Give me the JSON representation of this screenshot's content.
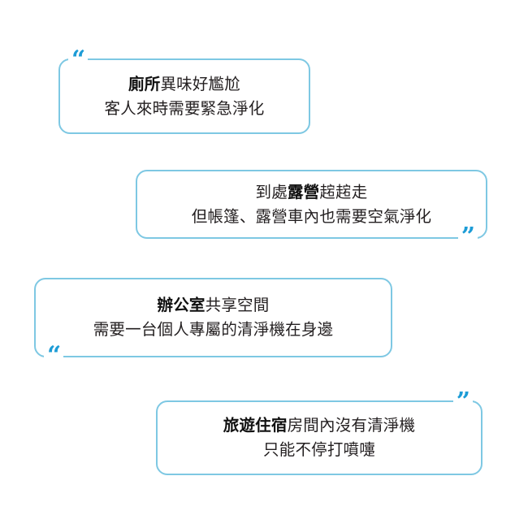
{
  "page": {
    "background_color": "#ffffff",
    "box_border_color": "#7ec8e3",
    "quote_mark_color": "#1d9cd6",
    "text_color": "#231f20"
  },
  "quotes": [
    {
      "id": "toilet-odor",
      "quote_mark_position": "top-left",
      "quote_glyph": "“",
      "line1_bold": "廁所",
      "line1_rest": "異味好尷尬",
      "line2": "客人來時需要緊急淨化"
    },
    {
      "id": "camping",
      "quote_mark_position": "bottom-right",
      "quote_glyph": "”",
      "line1_bold": "露營",
      "line1_prefix": "到處",
      "line1_rest": "趤趤走",
      "line2": "但帳篷、露營車內也需要空氣淨化"
    },
    {
      "id": "office",
      "quote_mark_position": "bottom-left",
      "quote_glyph": "“",
      "line1_bold": "辦公室",
      "line1_rest": "共享空間",
      "line2": "需要一台個人專屬的清淨機在身邊"
    },
    {
      "id": "travel-lodging",
      "quote_mark_position": "top-right",
      "quote_glyph": "”",
      "line1_bold": "旅遊住宿",
      "line1_rest": "房間內沒有清淨機",
      "line2": "只能不停打噴嚏"
    }
  ]
}
